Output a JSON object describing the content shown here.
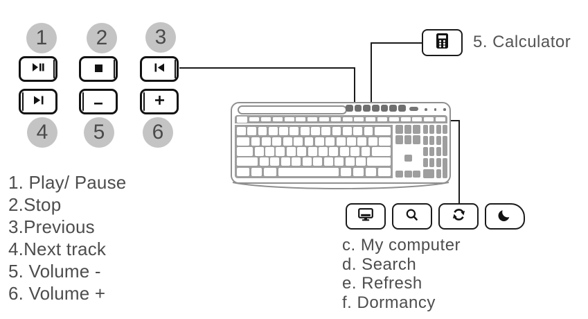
{
  "colors": {
    "line_dark": "#1a1a1a",
    "keyboard_gray": "#9e9e9e",
    "circle_gray": "#c4c4c4",
    "text_gray": "#4d4d4d",
    "media_button_dark": "#6f6f6f"
  },
  "media_keys": {
    "keys": [
      {
        "number": "1",
        "icon": "play-pause-icon"
      },
      {
        "number": "2",
        "icon": "stop-icon"
      },
      {
        "number": "3",
        "icon": "previous-track-icon"
      },
      {
        "number": "4",
        "icon": "next-track-icon"
      },
      {
        "number": "5",
        "icon": "volume-minus-icon"
      },
      {
        "number": "6",
        "icon": "volume-plus-icon"
      }
    ]
  },
  "legend_left": {
    "items": [
      "1. Play/ Pause",
      "2.Stop",
      "3.Previous",
      "4.Next track",
      "5. Volume -",
      "6. Volume +"
    ]
  },
  "calculator_callout": {
    "label": "5. Calculator",
    "icon": "calculator-icon"
  },
  "shortcut_callouts": {
    "buttons": [
      {
        "icon": "my-computer-icon"
      },
      {
        "icon": "search-icon"
      },
      {
        "icon": "refresh-icon"
      },
      {
        "icon": "dormancy-moon-icon"
      }
    ],
    "labels": [
      "c. My computer",
      "d. Search",
      "e. Refresh",
      "f. Dormancy"
    ]
  },
  "keyboard": {
    "media_button_count": 7,
    "indicator_dot_count": 3
  }
}
